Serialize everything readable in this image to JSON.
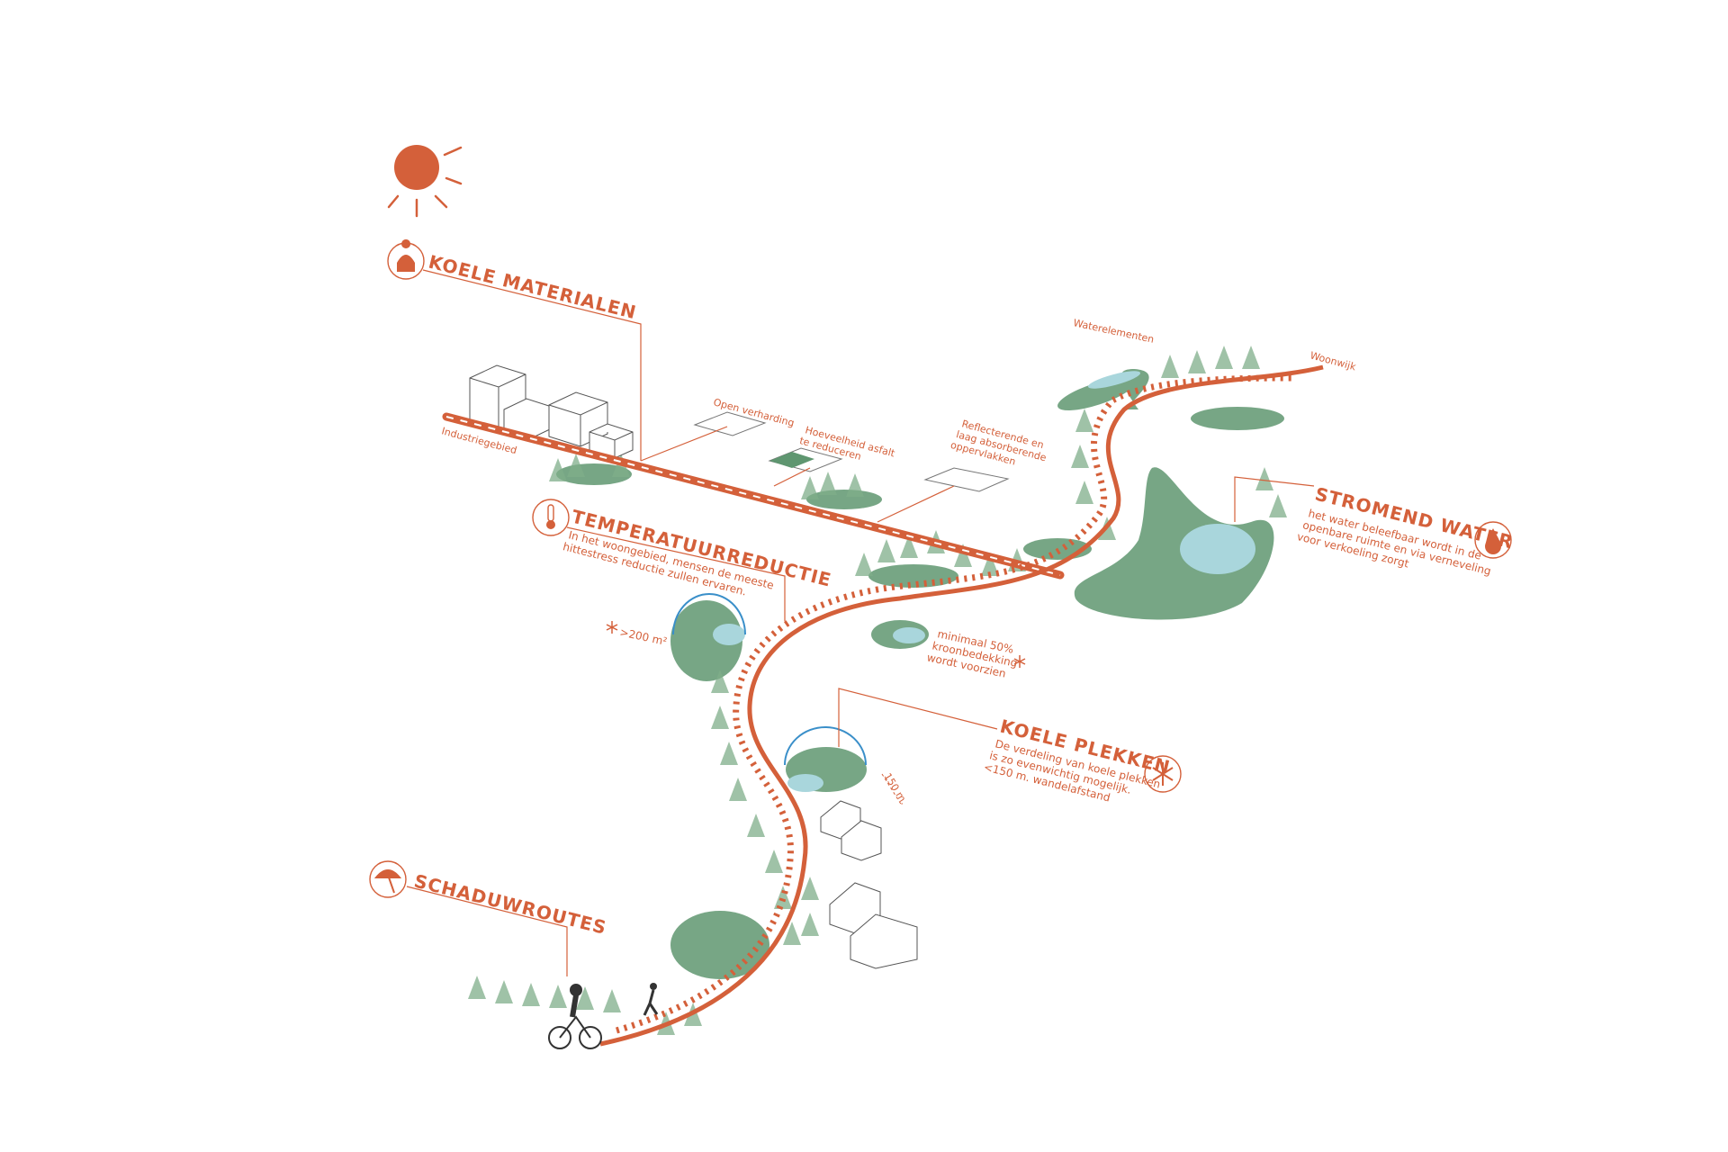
{
  "colors": {
    "accent": "#d4603a",
    "green": "#5f9670",
    "tree": "#7fae8a",
    "water": "#a9d6dc",
    "dome": "#3a8fc9"
  },
  "themes": [
    {
      "title": "KOELE MATERIALEN",
      "icon": "watering-can-icon"
    },
    {
      "title": "TEMPERATUURREDUCTIE",
      "icon": "thermometer-icon",
      "desc": [
        "In het woongebied, mensen de meeste",
        "hittestress reductie zullen ervaren."
      ]
    },
    {
      "title": "STROMEND WATER",
      "icon": "water-drop-icon",
      "desc": [
        "het water beleefbaar wordt in de",
        "openbare ruimte en via verneveling",
        "voor verkoeling zorgt"
      ]
    },
    {
      "title": "KOELE PLEKKEN",
      "icon": "snowflake-icon",
      "desc": [
        "De verdeling van koele plekken",
        "is zo evenwichtig mogelijk.",
        "<150 m. wandelafstand"
      ]
    },
    {
      "title": "SCHADUWROUTES",
      "icon": "umbrella-icon"
    }
  ],
  "labels": {
    "industrial": "Industriegebied",
    "open_paving": "Open verharding",
    "asphalt": [
      "Hoeveelheid asfalt",
      "te reduceren"
    ],
    "reflective": [
      "Reflecterende en",
      "laag absorberende",
      "oppervlakken"
    ],
    "water_elements": "Waterelementen",
    "residential": "Woonwijk",
    "area": ">200 m²",
    "canopy": [
      "minimaal 50%",
      "kroonbedekking",
      "wordt voorzien"
    ],
    "distance": "150 m."
  }
}
